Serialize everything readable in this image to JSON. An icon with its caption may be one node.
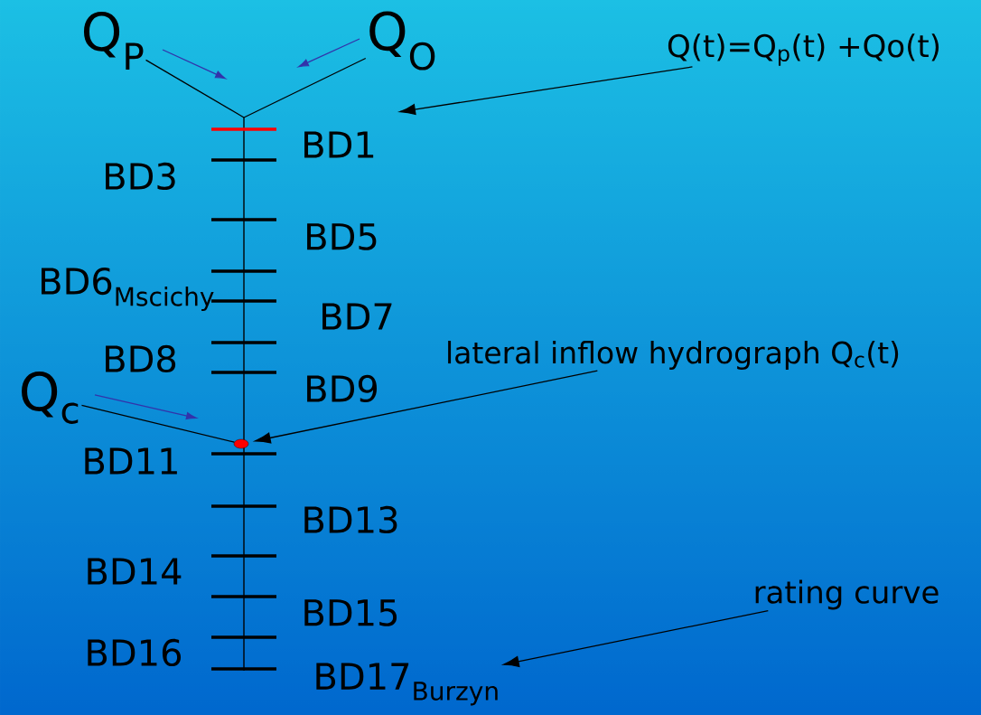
{
  "diagram": {
    "nodes": [
      {
        "text": [
          "Q$_{P}$"
        ]
      },
      {
        "text": [
          "Q$_{O}$"
        ]
      },
      {
        "text": [
          "Q(t)=Q$_{p}$(t) +Qo(t)"
        ]
      },
      {
        "text": [],
        "shape": "circle"
      },
      {
        "text": [
          "Q$_{c}$"
        ]
      },
      {
        "text": [
          "lateral inflow hydrograph Q$_{c}$(t)"
        ]
      },
      {
        "text": [
          "rating curve"
        ]
      },
      {
        "text": [
          "BD17$_{Burzyn}$"
        ]
      }
    ],
    "edges": [
      {
        "from": 0,
        "to": null,
        "arrow": "none"
      },
      {
        "from": 1,
        "to": null,
        "arrow": "none"
      },
      {
        "from": 2,
        "to": null,
        "arrow": "to"
      },
      {
        "from": 4,
        "to": 3,
        "arrow": "none"
      },
      {
        "from": 5,
        "to": 3,
        "arrow": "to"
      },
      {
        "from": 6,
        "to": 7,
        "arrow": "to"
      }
    ],
    "labels": [
      "BD1",
      "BD3",
      "BD5",
      "BD6$_{Mscichy}$",
      "BD7",
      "BD8",
      "BD9",
      "BD11",
      "BD13",
      "BD14",
      "BD15",
      "BD16"
    ]
  }
}
